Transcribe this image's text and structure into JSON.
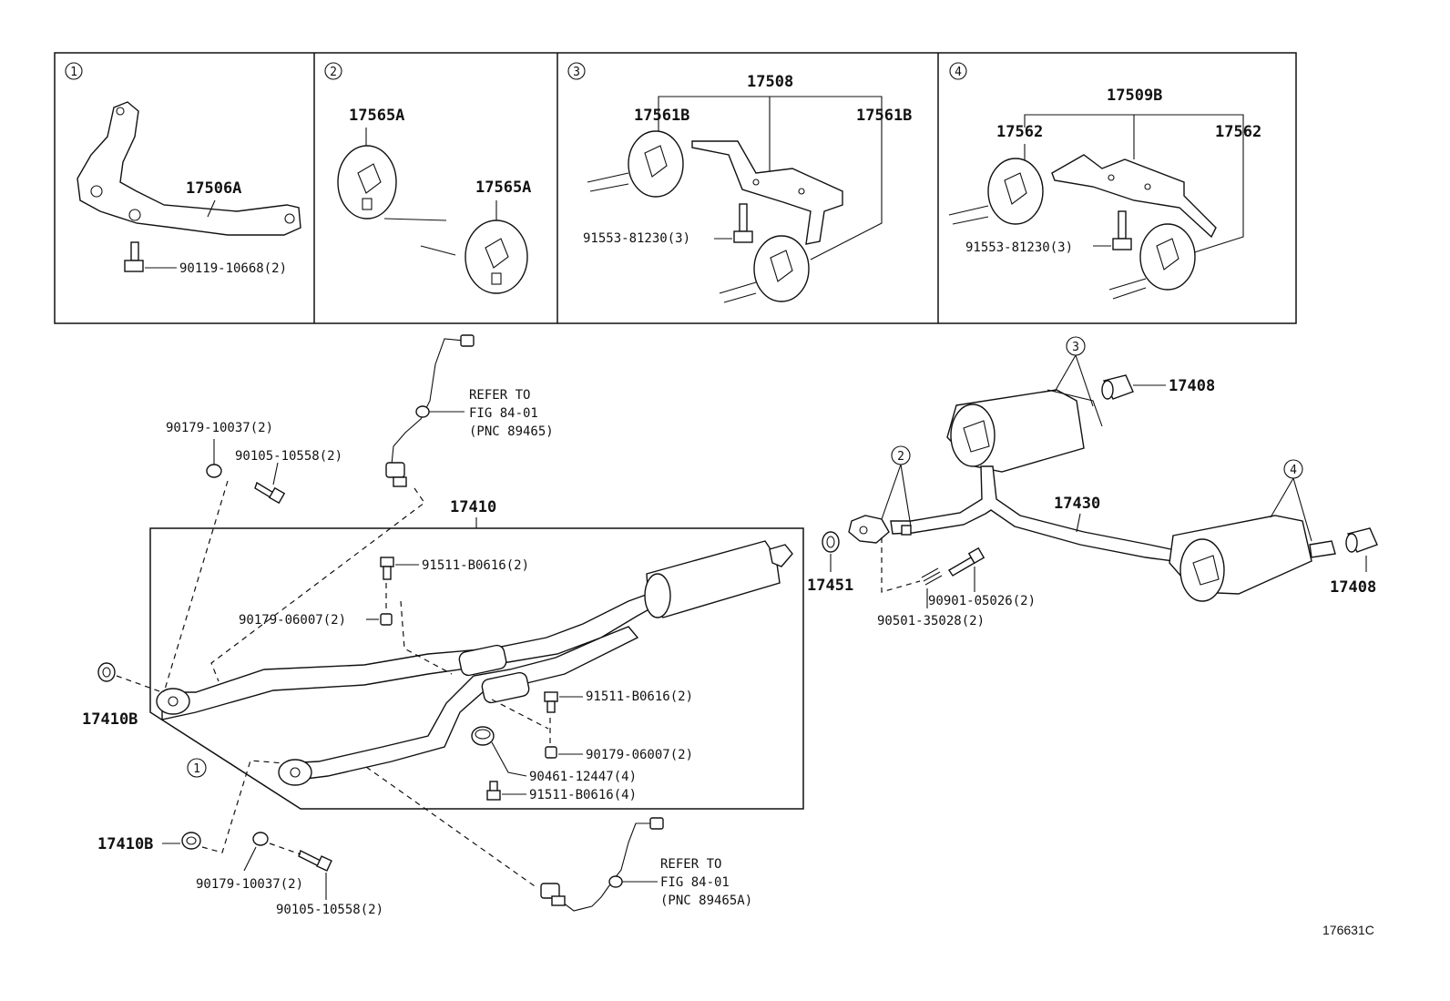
{
  "panels": [
    {
      "num": "1",
      "labels": {
        "bracket": "17506A",
        "bolt": "90119-10668(2)"
      }
    },
    {
      "num": "2",
      "labels": {
        "hanger_a": "17565A",
        "hanger_b": "17565A"
      }
    },
    {
      "num": "3",
      "labels": {
        "assy": "17508",
        "left": "17561B",
        "right": "17561B",
        "bolt": "91553-81230(3)"
      }
    },
    {
      "num": "4",
      "labels": {
        "assy": "17509B",
        "left": "17562",
        "right": "17562",
        "bolt": "91553-81230(3)"
      }
    }
  ],
  "front": {
    "assy": "17410",
    "gasket_upper": "17410B",
    "gasket_lower": "17410B",
    "callout_1": "1",
    "nut_upper": "90179-10037(2)",
    "bolt_upper": "90105-10558(2)",
    "nut_lower": "90179-10037(2)",
    "bolt_lower": "90105-10558(2)",
    "bolt_b0616_top": "91511-B0616(2)",
    "nut_06007_top": "90179-06007(2)",
    "bolt_b0616_mid": "91511-B0616(2)",
    "nut_06007_mid": "90179-06007(2)",
    "clamp": "90461-12447(4)",
    "bolt_b0616_low": "91511-B0616(4)",
    "refer_upper": [
      "REFER TO",
      "FIG 84-01",
      "(PNC 89465)"
    ],
    "refer_lower": [
      "REFER TO",
      "FIG 84-01",
      "(PNC 89465A)"
    ]
  },
  "rear": {
    "assy": "17430",
    "tip_upper": "17408",
    "tip_lower": "17408",
    "gasket": "17451",
    "spring": "90501-35028(2)",
    "bolt": "90901-05026(2)",
    "callout_2": "2",
    "callout_3": "3",
    "callout_4": "4"
  },
  "figure_id": "176631C"
}
